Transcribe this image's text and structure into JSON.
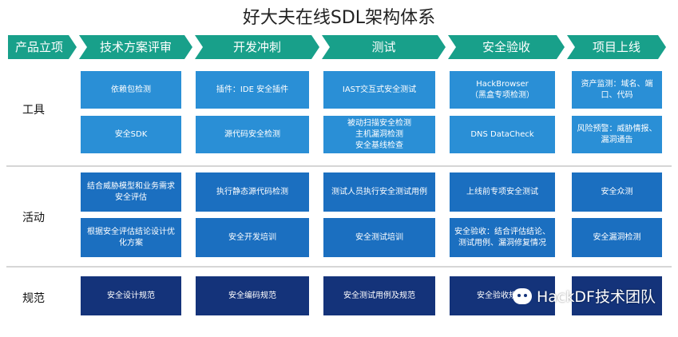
{
  "title": "好大夫在线SDL架构体系",
  "phases": [
    "产品立项",
    "技术方案评审",
    "开发冲刺",
    "测试",
    "安全验收",
    "项目上线"
  ],
  "rows": [
    "工具",
    "活动",
    "规范"
  ],
  "tools": [
    [
      "依赖包检测",
      "安全SDK"
    ],
    [
      "插件：IDE 安全插件",
      "源代码安全检测"
    ],
    [
      "IAST交互式安全测试",
      "被动扫描安全检测\n主机漏洞检测\n安全基线检查"
    ],
    [
      "HackBrowser\n（黑盒专项检测）",
      "DNS DataCheck"
    ],
    [
      "资产监测：域名、端口、代码",
      "风险预警：威胁情报、漏洞通告"
    ]
  ],
  "activities": [
    [
      "结合威胁模型和业务需求安全评估",
      "根据安全评估结论设计优化方案"
    ],
    [
      "执行静态源代码检测",
      "安全开发培训"
    ],
    [
      "测试人员执行安全测试用例",
      "安全测试培训"
    ],
    [
      "上线前专项安全测试",
      "安全验收：结合评估结论、测试用例、漏洞修复情况"
    ],
    [
      "安全众测",
      "安全漏洞检测"
    ]
  ],
  "norms": [
    "安全设计规范",
    "安全编码规范",
    "安全测试用例及规范",
    "安全验收规范",
    ""
  ],
  "watermark": "HackDF技术团队",
  "colors": {
    "header": "#18a08a",
    "light": "#2a8fd6",
    "mid": "#1b6fc0",
    "dark": "#14337a"
  }
}
